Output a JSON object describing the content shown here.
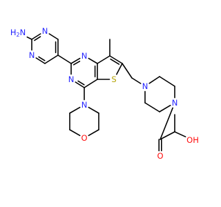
{
  "colors": {
    "N": "#2323ff",
    "O": "#ff0d0d",
    "S": "#b2a100",
    "C": "#000000"
  },
  "atoms": [
    {
      "id": "nh2",
      "text": "H2N",
      "element": "N",
      "name": "amino-group-label"
    },
    {
      "id": "pm_n1",
      "text": "N",
      "element": "N",
      "name": "aminopyrimidine-n1-label"
    },
    {
      "id": "pm_n3",
      "text": "N",
      "element": "N",
      "name": "aminopyrimidine-n3-label"
    },
    {
      "id": "tp_n3",
      "text": "N",
      "element": "N",
      "name": "thienopyrimidine-n3-label"
    },
    {
      "id": "tp_n1",
      "text": "N",
      "element": "N",
      "name": "thienopyrimidine-n1-label"
    },
    {
      "id": "s1",
      "text": "S",
      "element": "S",
      "name": "thiophene-sulfur-label"
    },
    {
      "id": "mo_n",
      "text": "N",
      "element": "N",
      "name": "morpholine-nitrogen-label"
    },
    {
      "id": "mo_o",
      "text": "O",
      "element": "O",
      "name": "morpholine-oxygen-label"
    },
    {
      "id": "pz_n1",
      "text": "N",
      "element": "N",
      "name": "piperazine-n1-label"
    },
    {
      "id": "pz_n4",
      "text": "N",
      "element": "N",
      "name": "piperazine-n4-label"
    },
    {
      "id": "o_keto",
      "text": "O",
      "element": "O",
      "name": "carbonyl-oxygen-label"
    },
    {
      "id": "oh",
      "text": "OH",
      "element": "O",
      "name": "hydroxyl-group-label"
    }
  ]
}
